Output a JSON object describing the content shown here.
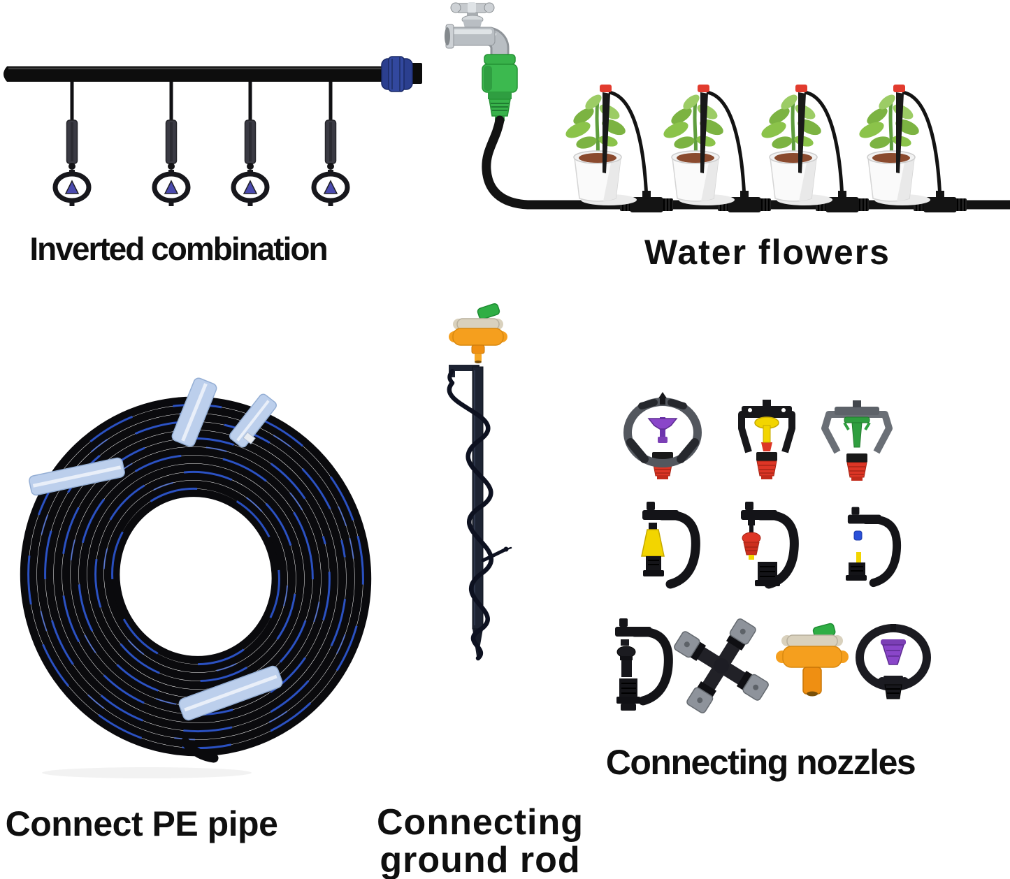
{
  "figure": {
    "type": "irrigation-kit-instruction-collage",
    "background": "#ffffff"
  },
  "labels": {
    "inverted_combination": "Inverted combination",
    "water_flowers": "Water flowers",
    "connect_pe_pipe": "Connect PE pipe",
    "connecting_ground_rod_line1": "Connecting",
    "connecting_ground_rod_line2": "ground rod",
    "connecting_nozzles": "Connecting nozzles"
  },
  "colors": {
    "label_text": "#0f0f0f",
    "pipe_black": "#0d0d0d",
    "end_connector_blue": "#2b3f8f",
    "quick_connector_green": "#3cb94f",
    "faucet_silver": "#b9bec3",
    "dripper_tip_red": "#e23b2e",
    "pot_soil_brown": "#8a4a2e",
    "leaf_green": "#7cb342",
    "pe_pipe_stripe_blue": "#2a52c8",
    "strap_light_blue": "#bccfec",
    "sprinkler_orange": "#f59f1e",
    "rotor_purple": "#8a46c9",
    "rotor_yellow": "#f2d500",
    "rotor_green": "#2f9e3f",
    "nozzle_base_red": "#dd3626",
    "fitting_gray": "#8e939b",
    "mister_triangle_blue": "#4a4aae"
  }
}
